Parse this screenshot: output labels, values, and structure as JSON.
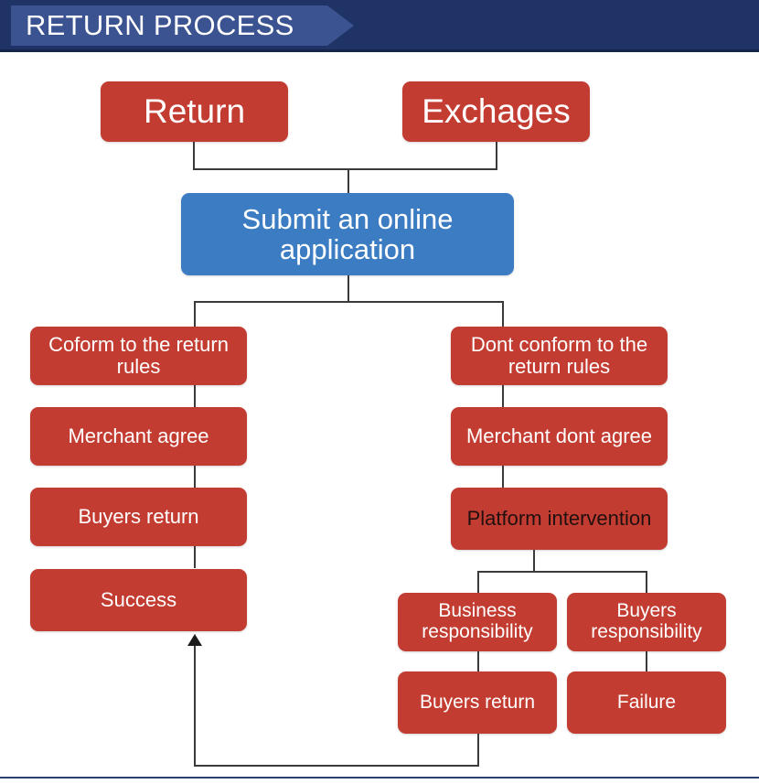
{
  "header": {
    "title": "RETURN PROCESS",
    "bar_color": "#1f3366",
    "tab_color": "#3b5390",
    "title_color": "#ffffff"
  },
  "colors": {
    "red": "#c33c31",
    "blue": "#3b7cc3",
    "connector": "#3a3a3a",
    "dark_text": "#20100f",
    "white_text": "#ffffff",
    "background": "#ffffff",
    "footer_rule": "#2d3f70"
  },
  "flow": {
    "nodes": {
      "return": {
        "label": "Return",
        "color": "red"
      },
      "exchanges": {
        "label": "Exchages",
        "color": "red"
      },
      "submit": {
        "label": "Submit an online application",
        "color": "blue"
      },
      "conform": {
        "label": "Coform to the return rules",
        "color": "red"
      },
      "merchant_agree": {
        "label": "Merchant agree",
        "color": "red"
      },
      "buyers_return_left": {
        "label": "Buyers return",
        "color": "red"
      },
      "success": {
        "label": "Success",
        "color": "red"
      },
      "dont_conform": {
        "label": "Dont conform to the return rules",
        "color": "red"
      },
      "merchant_dont_agree": {
        "label": "Merchant dont agree",
        "color": "red"
      },
      "platform_intervention": {
        "label": "Platform intervention",
        "color": "red",
        "text": "dark"
      },
      "business_responsibility": {
        "label": "Business responsibility",
        "color": "red"
      },
      "buyers_responsibility": {
        "label": "Buyers responsibility",
        "color": "red"
      },
      "buyers_return_right": {
        "label": "Buyers return",
        "color": "red"
      },
      "failure": {
        "label": "Failure",
        "color": "red"
      }
    }
  }
}
